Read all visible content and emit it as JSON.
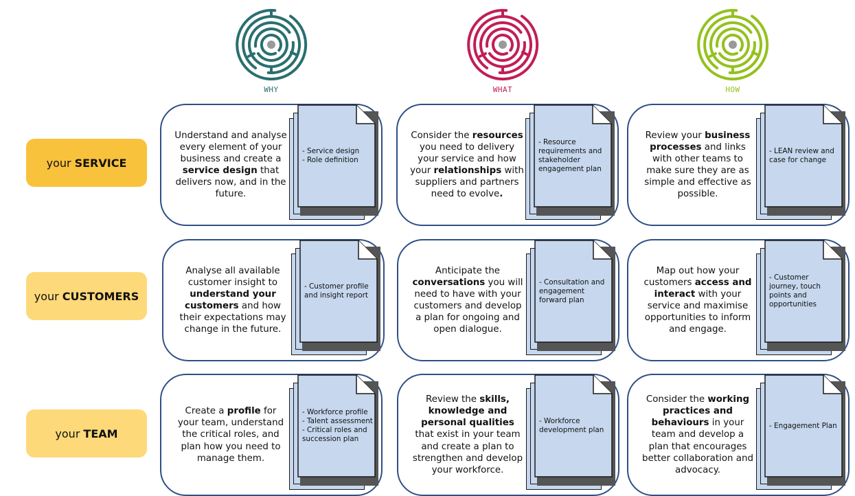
{
  "columns": [
    {
      "label": "WHY",
      "color": "#2a6f6f"
    },
    {
      "label": "WHAT",
      "color": "#c21e56"
    },
    {
      "label": "HOW",
      "color": "#94c11f"
    }
  ],
  "rows": [
    {
      "pre": "your",
      "bold": "SERVICE"
    },
    {
      "pre": "your",
      "bold": "CUSTOMERS"
    },
    {
      "pre": "your",
      "bold": "TEAM"
    }
  ],
  "cards": [
    {
      "text": [
        {
          "t": "Understand and analyse every element of your business and create a "
        },
        {
          "t": "service design",
          "b": true
        },
        {
          "t": " that delivers now, and in the future."
        }
      ],
      "doc": "- Service design\n- Role definition"
    },
    {
      "text": [
        {
          "t": "Consider the "
        },
        {
          "t": "resources",
          "b": true
        },
        {
          "t": " you need to delivery your service and how your "
        },
        {
          "t": "relationships",
          "b": true
        },
        {
          "t": " with suppliers and partners need to evolve"
        },
        {
          "t": ".",
          "b": true
        }
      ],
      "doc": "- Resource requirements and stakeholder engagement plan"
    },
    {
      "text": [
        {
          "t": "Review your "
        },
        {
          "t": "business processes",
          "b": true
        },
        {
          "t": " and links with other teams to make sure they are as simple and effective as possible."
        }
      ],
      "doc": "- LEAN review and case for change"
    },
    {
      "text": [
        {
          "t": "Analyse all available customer insight to "
        },
        {
          "t": "understand your customers",
          "b": true
        },
        {
          "t": " and how their expectations may change in the future."
        }
      ],
      "doc": "- Customer profile and insight report"
    },
    {
      "text": [
        {
          "t": "Anticipate the "
        },
        {
          "t": "conversations",
          "b": true
        },
        {
          "t": " you will need to have with your customers and develop a plan for ongoing and open dialogue."
        }
      ],
      "doc": "- Consultation and engagement forward plan"
    },
    {
      "text": [
        {
          "t": "Map out how your customers "
        },
        {
          "t": "access and interact",
          "b": true
        },
        {
          "t": " with your service and maximise opportunities to inform and engage."
        }
      ],
      "doc": "- Customer journey, touch points and opportunities"
    },
    {
      "text": [
        {
          "t": "Create a "
        },
        {
          "t": "profile",
          "b": true
        },
        {
          "t": " for your team, understand the critical roles, and plan how you need to manage them."
        }
      ],
      "doc": "- Workforce profile\n- Talent assessment\n- Critical roles and succession plan"
    },
    {
      "text": [
        {
          "t": "Review the "
        },
        {
          "t": "skills, knowledge and personal qualities",
          "b": true
        },
        {
          "t": " that exist in your team and create a plan to strengthen and develop your workforce."
        }
      ],
      "doc": "- Workforce development plan"
    },
    {
      "text": [
        {
          "t": "Consider the "
        },
        {
          "t": "working practices and behaviours",
          "b": true
        },
        {
          "t": " in your team and develop a plan that encourages better collaboration and advocacy."
        }
      ],
      "doc": "- Engagement Plan"
    }
  ]
}
